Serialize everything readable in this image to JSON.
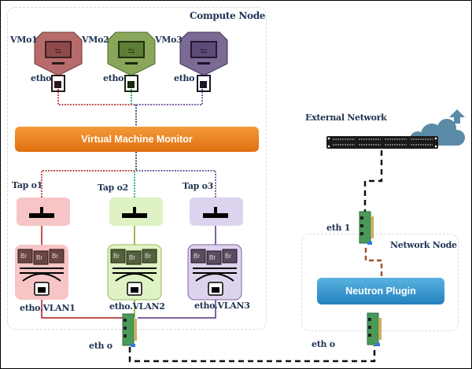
{
  "compute_node": {
    "title": "Compute Node",
    "vms": [
      {
        "label": "VMo1",
        "nic_label": "etho",
        "color": "#b86b6b"
      },
      {
        "label": "VMo2",
        "nic_label": "etho",
        "color": "#8aa65a"
      },
      {
        "label": "VMo3",
        "nic_label": "etho",
        "color": "#7a6a94"
      }
    ],
    "hypervisor_label": "Virtual Machine Monitor",
    "taps": [
      {
        "label": "Tap o1",
        "color": "#f7c5c5"
      },
      {
        "label": "Tap o2",
        "color": "#dff2c3"
      },
      {
        "label": "Tap o3",
        "color": "#ddd3ee"
      }
    ],
    "bridges": [
      {
        "bridge_labels": [
          "Br",
          "Br",
          "Br"
        ],
        "vlan_label": "etho.VLAN1",
        "color": "#f7c5c5"
      },
      {
        "bridge_labels": [
          "Br",
          "Br",
          "Br"
        ],
        "vlan_label": "etho.VLAN2",
        "color": "#dff2c3"
      },
      {
        "bridge_labels": [
          "Br",
          "Br",
          "Br"
        ],
        "vlan_label": "etho.VLAN3",
        "color": "#ddd3ee"
      }
    ],
    "physical_nic_label": "eth o"
  },
  "external_network": {
    "title": "External Network"
  },
  "network_node": {
    "title": "Network Node",
    "plugin_label": "Neutron Plugin",
    "nic_top_label": "eth 1",
    "nic_bottom_label": "eth o"
  },
  "colors": {
    "label_text": "#1f3353",
    "hypervisor": "#ef7d1a",
    "plugin": "#2f8fc9",
    "cloud": "#5a8aa6",
    "link_red": "#c0504d",
    "link_green": "#9bbb59",
    "link_purple": "#8064a2",
    "link_brown": "#a0522d"
  }
}
